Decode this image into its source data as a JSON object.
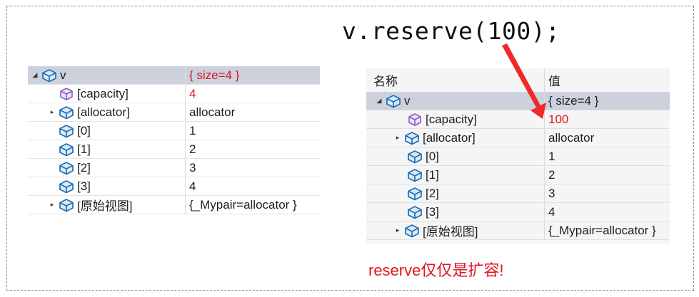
{
  "code_caption": "v.reserve(100);",
  "note": "reserve仅仅是扩容!",
  "colors": {
    "red": "#e0141e",
    "selected_row": "#ccd1de",
    "class_icon": "#1f6fb2",
    "field_icon": "#8b5cc5"
  },
  "left_panel": {
    "rows": [
      {
        "name": "v",
        "value": "{ size=4 }",
        "icon": "class-icon",
        "toggle": "expanded"
      },
      {
        "name": "[capacity]",
        "value": "4",
        "icon": "field-icon"
      },
      {
        "name": "[allocator]",
        "value": "allocator",
        "icon": "class-icon",
        "toggle": "collapsed"
      },
      {
        "name": "[0]",
        "value": "1",
        "icon": "class-icon"
      },
      {
        "name": "[1]",
        "value": "2",
        "icon": "class-icon"
      },
      {
        "name": "[2]",
        "value": "3",
        "icon": "class-icon"
      },
      {
        "name": "[3]",
        "value": "4",
        "icon": "class-icon"
      },
      {
        "name": "[原始视图]",
        "value": "{_Mypair=allocator }",
        "icon": "class-icon",
        "toggle": "collapsed"
      }
    ]
  },
  "right_panel": {
    "headers": {
      "name": "名称",
      "value": "值"
    },
    "rows": [
      {
        "name": "v",
        "value": "{ size=4 }",
        "icon": "class-icon",
        "toggle": "expanded"
      },
      {
        "name": "[capacity]",
        "value": "100",
        "icon": "field-icon"
      },
      {
        "name": "[allocator]",
        "value": "allocator",
        "icon": "class-icon",
        "toggle": "collapsed"
      },
      {
        "name": "[0]",
        "value": "1",
        "icon": "class-icon"
      },
      {
        "name": "[1]",
        "value": "2",
        "icon": "class-icon"
      },
      {
        "name": "[2]",
        "value": "3",
        "icon": "class-icon"
      },
      {
        "name": "[3]",
        "value": "4",
        "icon": "class-icon"
      },
      {
        "name": "[原始视图]",
        "value": "{_Mypair=allocator }",
        "icon": "class-icon",
        "toggle": "collapsed"
      }
    ]
  }
}
